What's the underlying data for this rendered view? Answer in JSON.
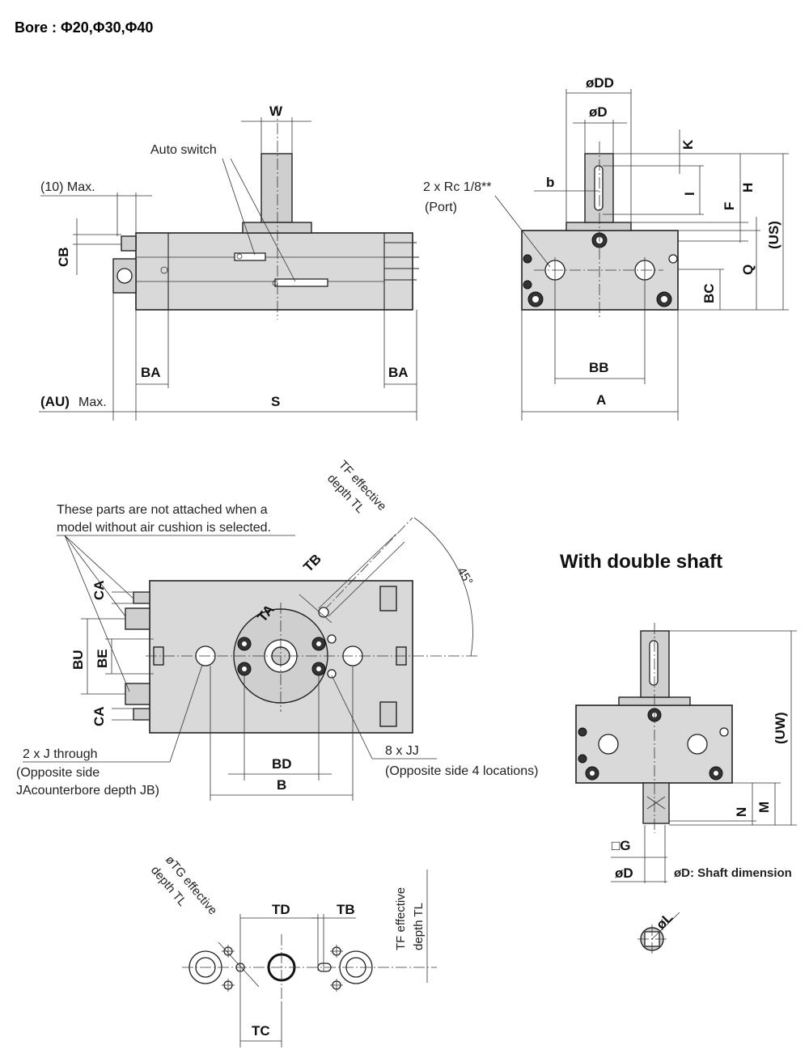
{
  "title": "Bore : Φ20,Φ30,Φ40",
  "side_view": {
    "W": "W",
    "auto_switch": "Auto switch",
    "max10": "(10) Max.",
    "CB": "CB",
    "BA_left": "BA",
    "BA_right": "BA",
    "AU": "(AU)",
    "AU_max": "Max.",
    "S": "S"
  },
  "end_view": {
    "DD": "øDD",
    "D": "øD",
    "K": "K",
    "b": "b",
    "I": "I",
    "H": "H",
    "F": "F",
    "US": "(US)",
    "port_line1": "2 x Rc 1/8**",
    "port_line2": "(Port)",
    "Q": "Q",
    "BC": "BC",
    "BB": "BB",
    "A": "A"
  },
  "top_view": {
    "note_line1": "These parts are not attached when a",
    "note_line2": "model without air cushion is selected.",
    "TF_line1": "TF effective",
    "TF_line2": "depth TL",
    "TB": "TB",
    "TA": "TA",
    "angle": "45°",
    "CA_top": "CA",
    "CA_bottom": "CA",
    "BU": "BU",
    "BE": "BE",
    "J_line1": "2 x J through",
    "J_line2": "(Opposite side",
    "J_line3": "JAcounterbore depth JB)",
    "JJ_line1": "8 x JJ",
    "JJ_line2": "(Opposite side 4 locations)",
    "BD": "BD",
    "B": "B"
  },
  "double_shaft": {
    "heading": "With double shaft",
    "UW": "(UW)",
    "N": "N",
    "M": "M",
    "G": "□G",
    "D": "øD",
    "shaft_note": "øD: Shaft dimension",
    "L": "øL"
  },
  "detail_view": {
    "TG_line1": "øTG effective",
    "TG_line2": "depth TL",
    "TD": "TD",
    "TB": "TB",
    "TF_line1": "TF effective",
    "TF_line2": "depth TL",
    "TC": "TC"
  }
}
